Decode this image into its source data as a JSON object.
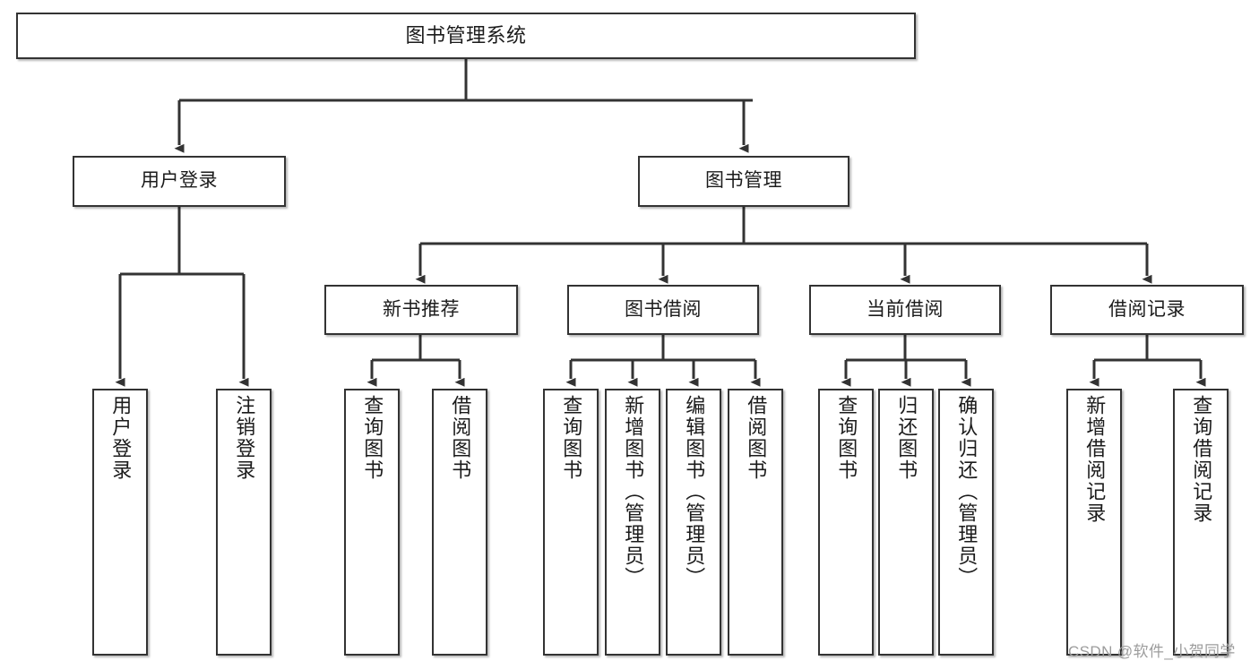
{
  "diagram": {
    "title": "图书管理系统",
    "type": "tree-hierarchy-chart",
    "colors": {
      "background": "#ffffff",
      "node_border": "#333333",
      "node_fill": "#ffffff",
      "connector": "#333333",
      "text": "#1b1b1b",
      "watermark": "#9c9c9c"
    },
    "levels": {
      "root": {
        "label": "图书管理系统"
      },
      "level2": [
        {
          "id": "user-login",
          "label": "用户登录"
        },
        {
          "id": "book-management",
          "label": "图书管理"
        }
      ],
      "level3": [
        {
          "id": "new-book-recommend",
          "label": "新书推荐"
        },
        {
          "id": "book-borrow",
          "label": "图书借阅"
        },
        {
          "id": "current-borrow",
          "label": "当前借阅"
        },
        {
          "id": "borrow-record",
          "label": "借阅记录"
        }
      ],
      "level4": [
        {
          "id": "leaf-user-login",
          "label": "用户登录",
          "parent": "user-login"
        },
        {
          "id": "leaf-logout",
          "label": "注销登录",
          "parent": "user-login"
        },
        {
          "id": "leaf-query-book-1",
          "label": "查询图书",
          "parent": "new-book-recommend"
        },
        {
          "id": "leaf-borrow-book-1",
          "label": "借阅图书",
          "parent": "new-book-recommend"
        },
        {
          "id": "leaf-query-book-2",
          "label": "查询图书",
          "parent": "book-borrow"
        },
        {
          "id": "leaf-add-book",
          "label": "新增图书（管理员）",
          "parent": "book-borrow"
        },
        {
          "id": "leaf-edit-book",
          "label": "编辑图书（管理员）",
          "parent": "book-borrow"
        },
        {
          "id": "leaf-borrow-book-2",
          "label": "借阅图书",
          "parent": "book-borrow"
        },
        {
          "id": "leaf-query-book-3",
          "label": "查询图书",
          "parent": "current-borrow"
        },
        {
          "id": "leaf-return-book",
          "label": "归还图书",
          "parent": "current-borrow"
        },
        {
          "id": "leaf-confirm-return",
          "label": "确认归还（管理员）",
          "parent": "current-borrow"
        },
        {
          "id": "leaf-add-record",
          "label": "新增借阅记录",
          "parent": "borrow-record"
        },
        {
          "id": "leaf-query-record",
          "label": "查询借阅记录",
          "parent": "borrow-record"
        }
      ]
    }
  },
  "watermark": {
    "text": "CSDN @软件_小贺同学"
  }
}
